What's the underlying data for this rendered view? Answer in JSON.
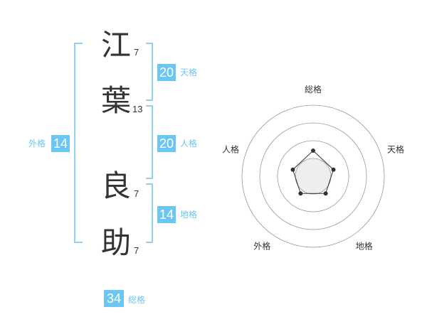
{
  "name": {
    "chars": [
      {
        "char": "江",
        "strokes": "7"
      },
      {
        "char": "葉",
        "strokes": "13"
      },
      {
        "char": "良",
        "strokes": "7"
      },
      {
        "char": "助",
        "strokes": "7"
      }
    ]
  },
  "kaku": {
    "tenkaku": {
      "value": "20",
      "label": "天格"
    },
    "jinkaku": {
      "value": "20",
      "label": "人格"
    },
    "chikaku": {
      "value": "14",
      "label": "地格"
    },
    "gaikaku": {
      "value": "14",
      "label": "外格"
    },
    "soukaku": {
      "value": "34",
      "label": "総格"
    }
  },
  "chart_data": {
    "type": "radar",
    "axes": [
      "総格",
      "天格",
      "地格",
      "外格",
      "人格"
    ],
    "values": [
      0.36,
      0.3,
      0.3,
      0.3,
      0.3
    ],
    "rings": 4
  }
}
